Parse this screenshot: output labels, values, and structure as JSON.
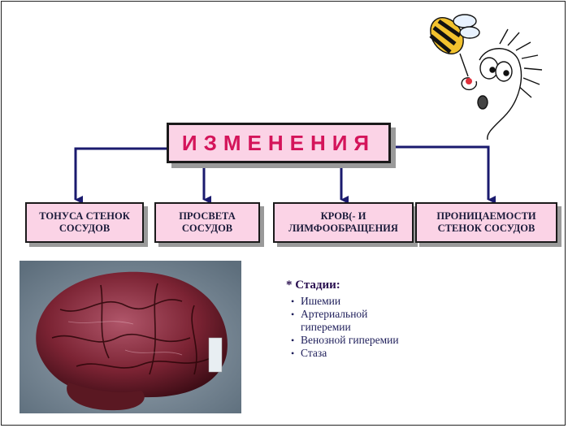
{
  "title": "ИЗМЕНЕНИЯ",
  "categories": [
    {
      "line1": "ТОНУСА СТЕНОК",
      "line2": "СОСУДОВ"
    },
    {
      "line1": "ПРОСВЕТА",
      "line2": "СОСУДОВ"
    },
    {
      "line1": "КРОВ(- И",
      "line2": "ЛИМФООБРАЩЕНИЯ"
    },
    {
      "line1": "ПРОНИЦАЕМОСТИ",
      "line2": "СТЕНОК СОСУДОВ"
    }
  ],
  "stages": {
    "heading": "* Стадии:",
    "items": [
      {
        "l1": "Ишемии",
        "l2": ""
      },
      {
        "l1": "Артериальной",
        "l2": "гиперемии"
      },
      {
        "l1": "Венозной гиперемии",
        "l2": ""
      },
      {
        "l1": "Стаза",
        "l2": ""
      }
    ]
  },
  "colors": {
    "box_fill": "#fbd3e6",
    "title_text": "#d4145a",
    "arrow": "#1a1a6e"
  },
  "images": {
    "photo": "brain-photo",
    "cartoon": "bee-cartoon"
  }
}
